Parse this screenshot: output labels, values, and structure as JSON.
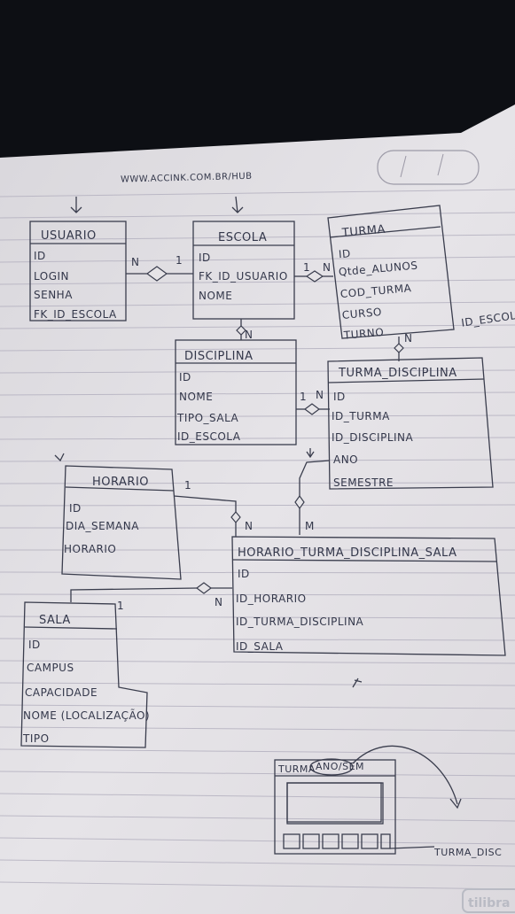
{
  "header": {
    "url": "WWW.ACCINK.COM.BR/HUB"
  },
  "entities": {
    "usuario": {
      "title": "USUARIO",
      "fields": [
        "ID",
        "LOGIN",
        "SENHA",
        "FK_ID_ESCOLA"
      ]
    },
    "escola": {
      "title": "ESCOLA",
      "fields": [
        "ID",
        "FK_ID_USUARIO",
        "NOME"
      ]
    },
    "turma": {
      "title": "TURMA",
      "fields": [
        "ID",
        "Qtde_ALUNOS",
        "COD_TURMA",
        "CURSO",
        "TURNO"
      ]
    },
    "disciplina": {
      "title": "DISCIPLINA",
      "fields": [
        "ID",
        "NOME",
        "TIPO_SALA",
        "ID_ESCOLA"
      ]
    },
    "turma_disciplina": {
      "title": "TURMA_DISCIPLINA",
      "fields": [
        "ID",
        "ID_TURMA",
        "ID_DISCIPLINA",
        "ANO",
        "SEMESTRE"
      ]
    },
    "horario": {
      "title": "HORARIO",
      "fields": [
        "ID",
        "DIA_SEMANA",
        "HORARIO"
      ]
    },
    "horario_turma_disciplina_sala": {
      "title": "HORARIO_TURMA_DISCIPLINA_SALA",
      "fields": [
        "ID",
        "ID_HORARIO",
        "ID_TURMA_DISCIPLINA",
        "ID_SALA"
      ]
    },
    "sala": {
      "title": "SALA",
      "fields": [
        "ID",
        "CAMPUS",
        "CAPACIDADE",
        "NOME (LOCALIZAÇÃO)",
        "TIPO"
      ]
    }
  },
  "cardinality": {
    "usuario_escola_n": "N",
    "usuario_escola_1": "1",
    "escola_turma_1": "1",
    "escola_turma_n": "N",
    "escola_disciplina_n": "N",
    "turma_td_n": "N",
    "turma_escola_label": "ID_ESCOLA",
    "disc_td_1": "1",
    "disc_td_n": "N",
    "td_htds_m": "M",
    "horario_htds_1": "1",
    "horario_htds_n": "N",
    "sala_htds_1": "1",
    "sala_htds_n": "N"
  },
  "sketch": {
    "title": "TURMA",
    "selector": "ANO/SEM",
    "arrow_label": "TURMA_DISC"
  },
  "brand": {
    "label": "tilibra"
  },
  "colors": {
    "ink": "#33374a",
    "paper": "#e6e4e7",
    "line": "#b7b4c2",
    "background": "#0d0f14"
  }
}
